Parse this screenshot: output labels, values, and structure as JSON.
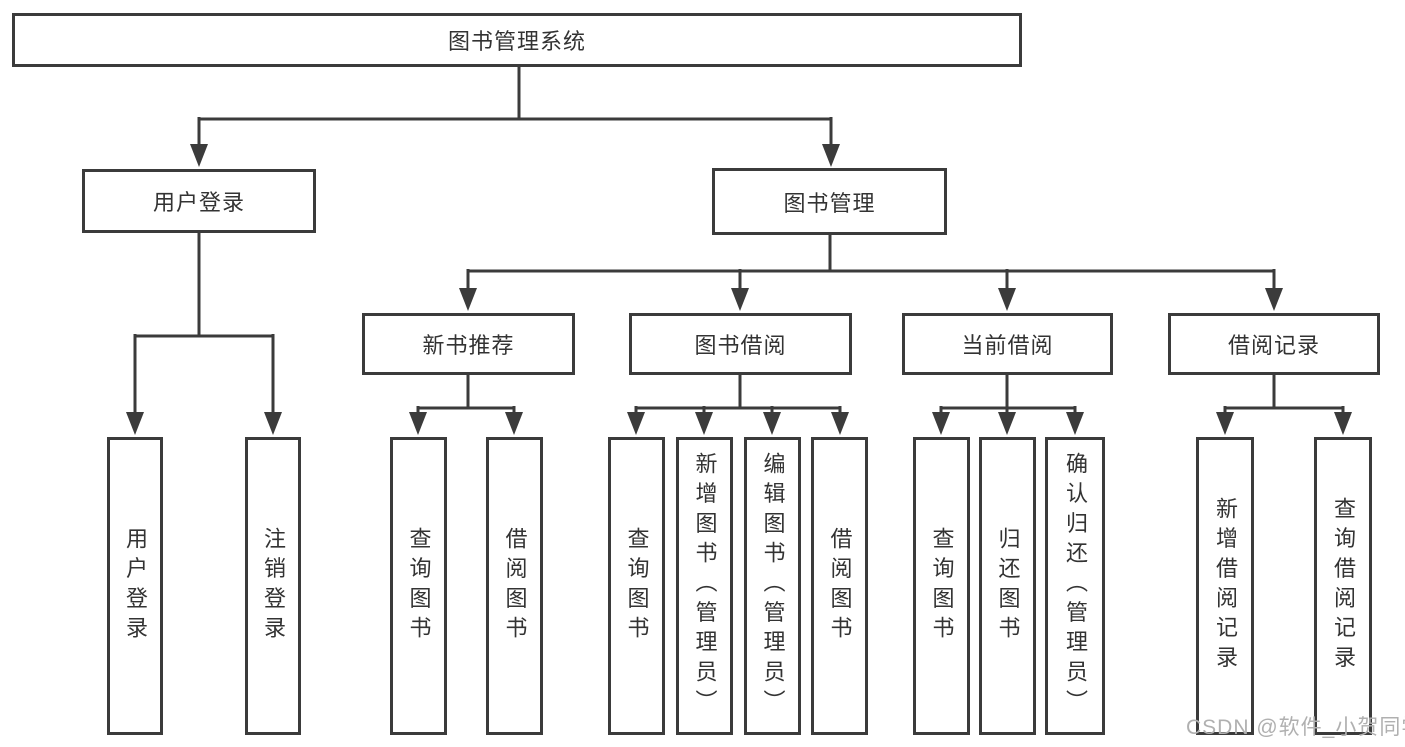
{
  "diagram_title": "图书管理系统",
  "tree": {
    "root": {
      "label": "图书管理系统"
    },
    "branches": [
      {
        "label": "用户登录",
        "children": [
          {
            "label": "用户登录"
          },
          {
            "label": "注销登录"
          }
        ]
      },
      {
        "label": "图书管理",
        "children": [
          {
            "label": "新书推荐",
            "children": [
              {
                "label": "查询图书"
              },
              {
                "label": "借阅图书"
              }
            ]
          },
          {
            "label": "图书借阅",
            "children": [
              {
                "label": "查询图书"
              },
              {
                "label": "新增图书（管理员）"
              },
              {
                "label": "编辑图书（管理员）"
              },
              {
                "label": "借阅图书"
              }
            ]
          },
          {
            "label": "当前借阅",
            "children": [
              {
                "label": "查询图书"
              },
              {
                "label": "归还图书"
              },
              {
                "label": "确认归还（管理员）"
              }
            ]
          },
          {
            "label": "借阅记录",
            "children": [
              {
                "label": "新增借阅记录"
              },
              {
                "label": "查询借阅记录"
              }
            ]
          }
        ]
      }
    ]
  },
  "watermark": {
    "text": "CSDN @软件_小贺同学"
  },
  "colors": {
    "line": "#3b3b3b",
    "text": "#333333",
    "background": "#ffffff",
    "watermark": "#b0b0b0"
  }
}
